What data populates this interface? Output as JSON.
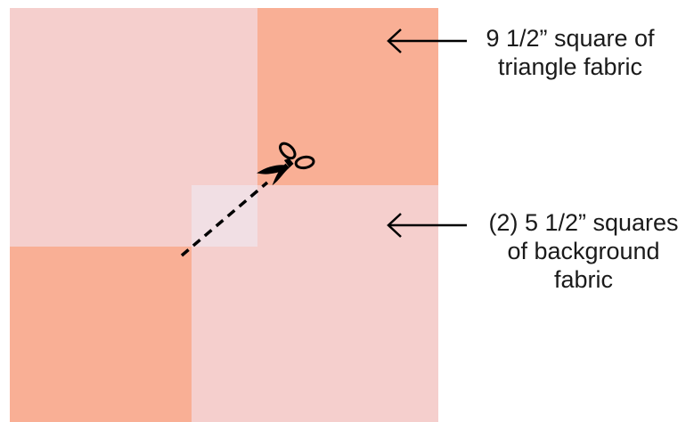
{
  "colors": {
    "triangle_fabric": "#f9af95",
    "background_fabric": "#f4d4d5",
    "overlap": "#f0dde2",
    "ink": "#000000"
  },
  "icons": {
    "scissors": "scissors-icon",
    "arrow": "arrow-left-icon"
  },
  "labels": {
    "triangle_fabric": {
      "line1": "9 1/2” square of",
      "line2": "triangle fabric"
    },
    "background_fabric": {
      "line1": "(2) 5 1/2” squares",
      "line2": "of background",
      "line3": "fabric"
    }
  }
}
